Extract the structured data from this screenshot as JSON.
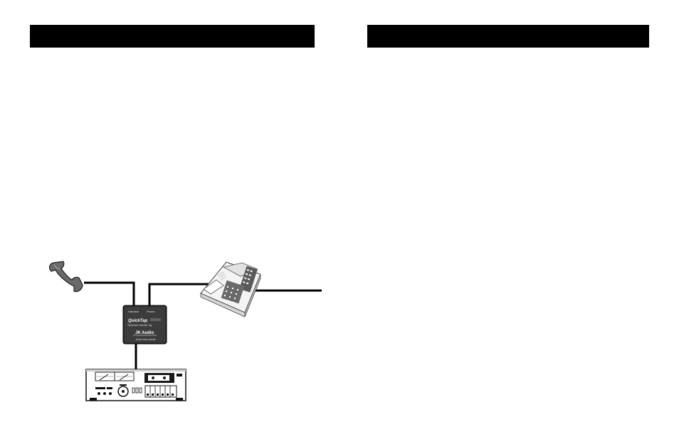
{
  "left_page": {
    "header": ""
  },
  "right_page": {
    "header": ""
  },
  "diagram": {
    "device": {
      "port_left_label": "Handset",
      "port_right_label": "Phone",
      "product_name": "QuickTap",
      "product_subtitle": "Telephone Handset Tap",
      "brand": "JK Audio",
      "footer_text": "Audio from phone"
    }
  }
}
